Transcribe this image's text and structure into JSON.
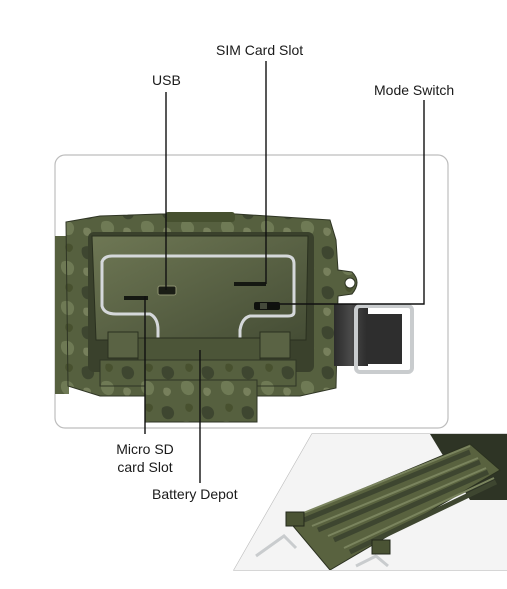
{
  "labels": {
    "sim_card_slot": "SIM Card Slot",
    "usb": "USB",
    "mode_switch": "Mode Switch",
    "micro_sd_line1": "Micro SD",
    "micro_sd_line2": "card Slot",
    "battery_depot": "Battery Depot"
  },
  "colors": {
    "camo_dark": "#3f4630",
    "camo_mid": "#5b6446",
    "camo_light": "#7c8463",
    "leader_line": "#111111",
    "frame_border": "#bdbdbd",
    "metal": "#cfd2d4"
  }
}
